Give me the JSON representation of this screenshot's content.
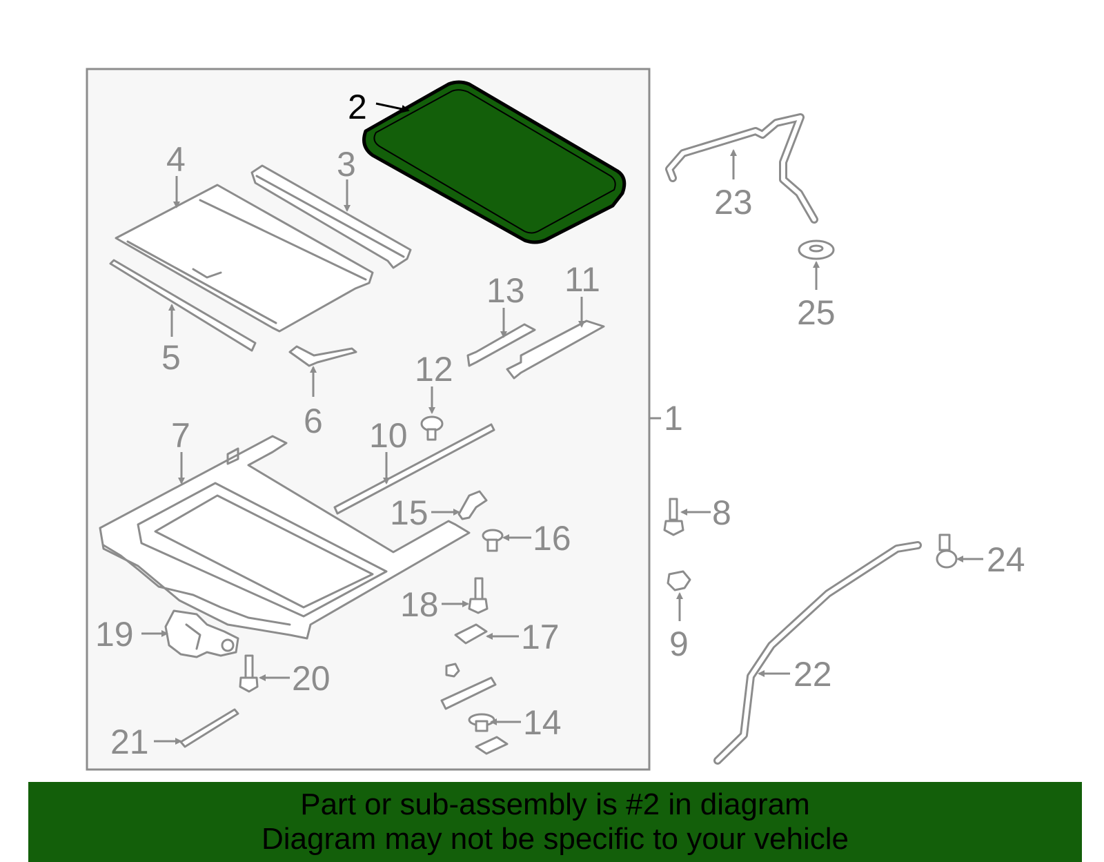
{
  "colors": {
    "highlight_fill": "#135f0a",
    "highlight_stroke": "#000000",
    "part_stroke": "#8c8c8c",
    "box_fill": "#f7f7f7",
    "banner_bg": "#135f0a"
  },
  "callouts": {
    "c1": "1",
    "c2": "2",
    "c3": "3",
    "c4": "4",
    "c5": "5",
    "c6": "6",
    "c7": "7",
    "c8": "8",
    "c9": "9",
    "c10": "10",
    "c11": "11",
    "c12": "12",
    "c13": "13",
    "c14": "14",
    "c15": "15",
    "c16": "16",
    "c17": "17",
    "c18": "18",
    "c19": "19",
    "c20": "20",
    "c21": "21",
    "c22": "22",
    "c23": "23",
    "c24": "24",
    "c25": "25"
  },
  "highlighted_part": "2",
  "banner": {
    "line1": "Part or sub-assembly is #2 in diagram",
    "line2": "Diagram may not be specific to your vehicle"
  }
}
